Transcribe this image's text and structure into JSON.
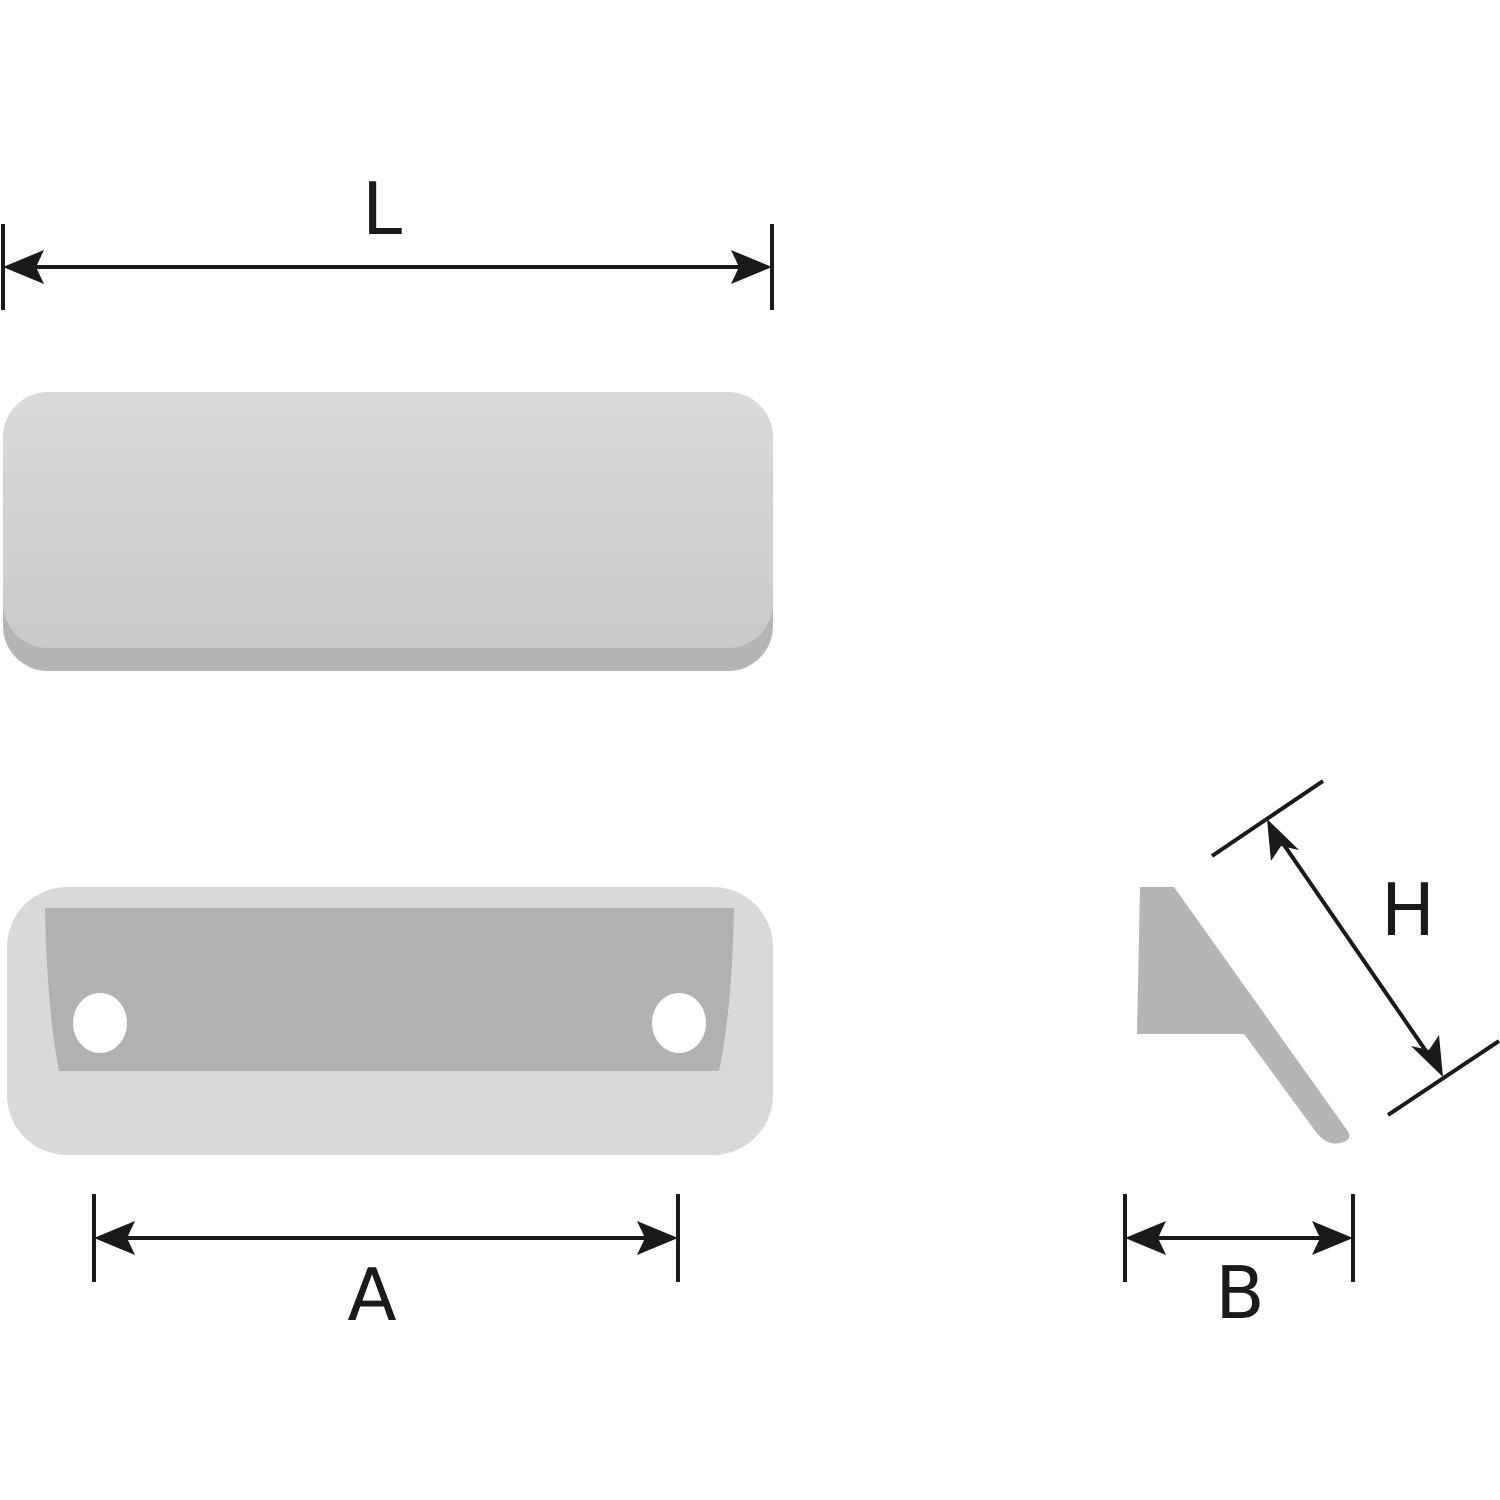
{
  "dimensions": {
    "length_label": "L",
    "hole_spacing_label": "A",
    "base_depth_label": "B",
    "height_label": "H"
  },
  "colors": {
    "top_face_light": "#d9dadb",
    "top_face_dark": "#c8c9ca",
    "edge_shadow": "#b4b5b6",
    "back_plate_outer": "#d8d9d9",
    "back_plate_inner": "#b0b1b1",
    "hole_fill": "#ffffff",
    "profile_fill": "#b4b5b5",
    "line": "#1a1a1a"
  }
}
